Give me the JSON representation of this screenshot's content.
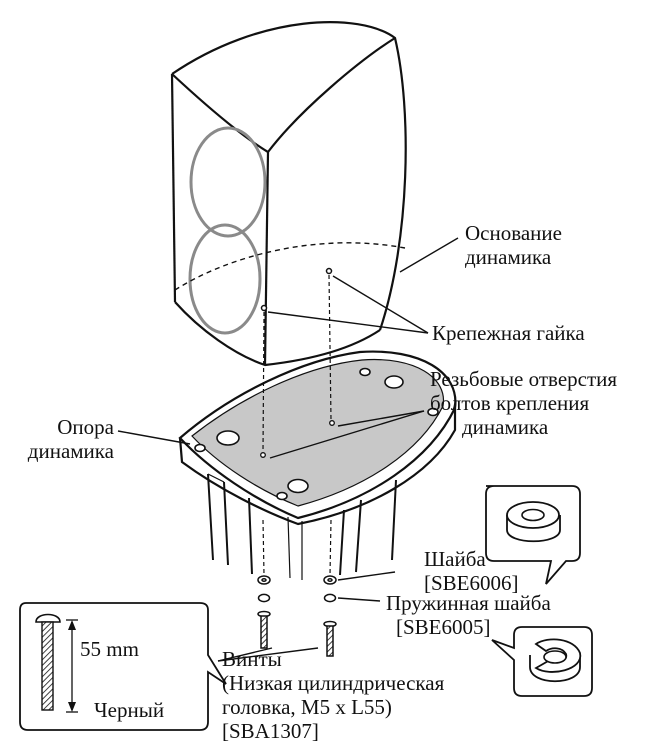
{
  "labels": {
    "speaker_base": [
      "Основание",
      "динамика"
    ],
    "mounting_nut": "Крепежная гайка",
    "threaded_holes": [
      "Резьбовые отверстия",
      "болтов крепления",
      "динамика"
    ],
    "speaker_stand": [
      "Опора",
      "динамика"
    ],
    "washer": [
      "Шайба",
      "[SBE6006]"
    ],
    "spring_washer": [
      "Пружинная шайба",
      "[SBE6005]"
    ],
    "screws": [
      "Винты",
      "(Низкая цилиндрическая",
      "головка, M5 x L55)",
      "[SBA1307]"
    ],
    "screw_length": "55 mm",
    "screw_color": "Черный"
  },
  "colors": {
    "line": "#111111",
    "plate_fill": "#c8c8c8",
    "driver_ring": "#8a8a8a",
    "background": "#ffffff"
  },
  "icons": [
    "speaker-cabinet",
    "stand-plate",
    "screw",
    "washer",
    "spring-washer"
  ]
}
